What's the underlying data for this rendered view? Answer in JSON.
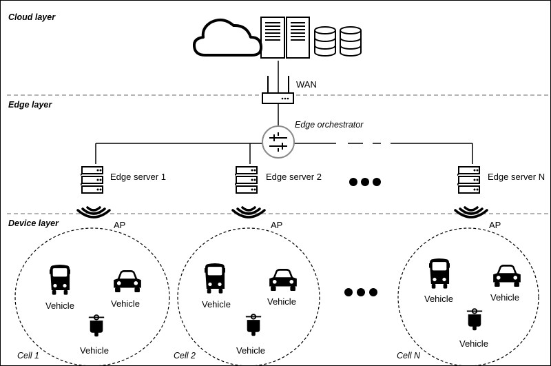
{
  "layers": {
    "cloud": "Cloud layer",
    "edge": "Edge layer",
    "device": "Device layer"
  },
  "labels": {
    "wan": "WAN",
    "orchestrator": "Edge orchestrator",
    "ap": "AP"
  },
  "servers": [
    "Edge server 1",
    "Edge server 2",
    "Edge server N"
  ],
  "vehicle_label": "Vehicle",
  "cells": [
    "Cell 1",
    "Cell 2",
    "Cell N"
  ],
  "icons": {
    "cloud": "cloud-icon",
    "server": "server-tower-icon",
    "database": "database-icon",
    "router": "router-icon",
    "orchestrator": "orchestrator-icon",
    "edge_server": "edge-server-icon",
    "wireless": "wireless-ap-icon",
    "bus": "bus-icon",
    "car": "car-icon",
    "scooter": "scooter-icon"
  }
}
